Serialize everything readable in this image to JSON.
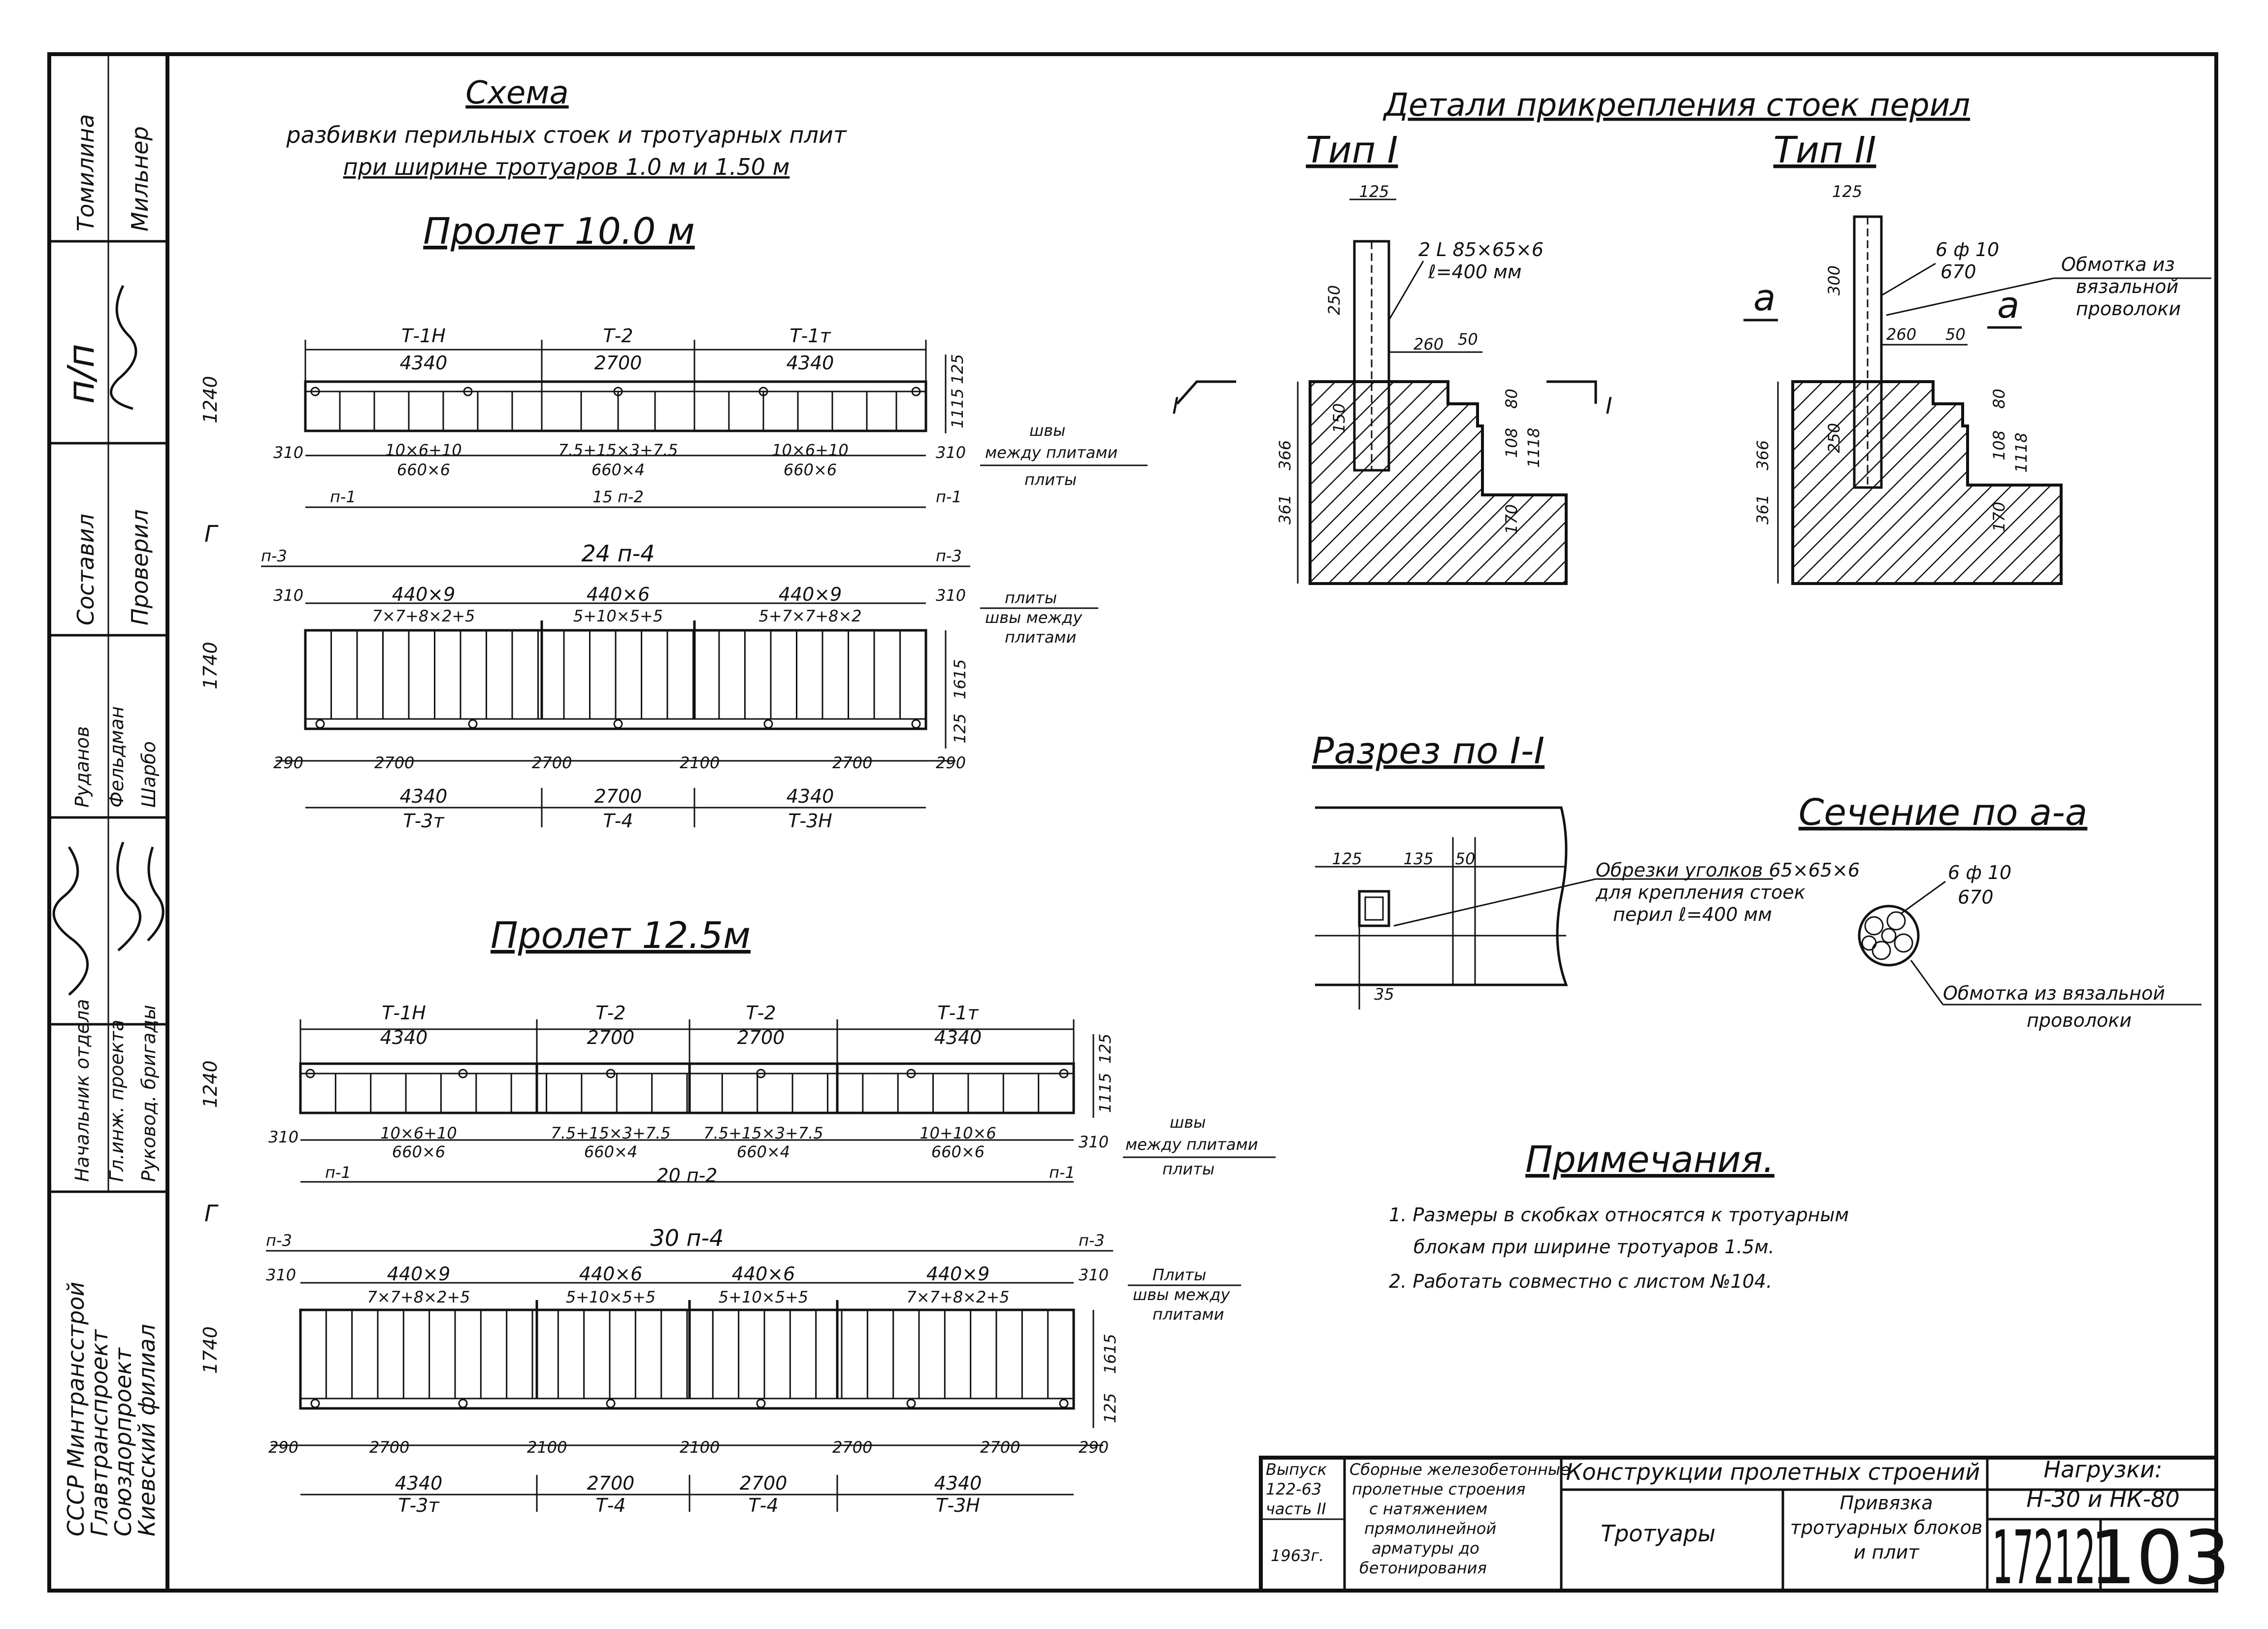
{
  "left_strip": {
    "org": [
      "СССР Минтрансстрой",
      "Главтранспроект",
      "Союздорпроект",
      "Киевский филиал"
    ],
    "roles": [
      "Начальник отдела",
      "Гл.инж. проекта",
      "Руковод. бригады",
      "Составил",
      "Проверил",
      "п/п"
    ],
    "names": [
      "Руданов",
      "Фельдман",
      "Шарбо",
      "Томилина",
      "Мильнер"
    ]
  },
  "scheme": {
    "title": "Схема",
    "subtitle": "разбивки перильных стоек и тротуарных плит",
    "subtitle2": "при ширине тротуаров 1.0 м и 1.50 м"
  },
  "span1": {
    "title": "Пролет 10.0 м",
    "top_labels": [
      "Т-1Н",
      "Т-2",
      "Т-1т"
    ],
    "top_dims": [
      "4340",
      "2700",
      "4340"
    ],
    "under": [
      "10×6+10",
      "7.5+15×3+7.5",
      "10×6+10"
    ],
    "under2": [
      "660×6",
      "660×4",
      "660×6"
    ],
    "ends": [
      "310",
      "310"
    ],
    "height": "1240",
    "right_dims": [
      "125",
      "1115"
    ],
    "plate_labels": [
      "п-1",
      "15 п-2",
      "п-1"
    ],
    "seams": [
      "швы",
      "между плитами",
      "плиты"
    ],
    "lower_labels": [
      "п-3",
      "24 п-4",
      "п-3"
    ],
    "lower_top": [
      "440×9",
      "440×6",
      "440×9"
    ],
    "lower_under": [
      "7×7+8×2+5",
      "5+10×5+5",
      "5+7×7+8×2"
    ],
    "lower_ends": [
      "310",
      "310"
    ],
    "lower_height": "1740",
    "lower_right": [
      "1615",
      "125"
    ],
    "plates_note": [
      "плиты",
      "швы между",
      "плитами"
    ],
    "bottom_dims": [
      "290",
      "2700",
      "2700",
      "2100",
      "2700",
      "290"
    ],
    "bottom_totals": [
      "4340",
      "2700",
      "4340"
    ],
    "bottom_labels": [
      "Т-3т",
      "Т-4",
      "Т-3Н"
    ],
    "side_mark": "Г"
  },
  "span2": {
    "title": "Пролет 12.5м",
    "top_labels": [
      "Т-1Н",
      "Т-2",
      "Т-2",
      "Т-1т"
    ],
    "top_dims": [
      "4340",
      "2700",
      "2700",
      "4340"
    ],
    "under": [
      "10×6+10",
      "7.5+15×3+7.5",
      "7.5+15×3+7.5",
      "10+10×6"
    ],
    "under2": [
      "660×6",
      "660×4",
      "660×4",
      "660×6"
    ],
    "ends": [
      "310",
      "310"
    ],
    "height": "1240",
    "right_dims": [
      "125",
      "1115"
    ],
    "plate_labels": [
      "п-1",
      "20 п-2",
      "п-1"
    ],
    "seams": [
      "швы",
      "между плитами",
      "плиты"
    ],
    "lower_labels": [
      "п-3",
      "30 п-4",
      "п-3"
    ],
    "lower_top": [
      "440×9",
      "440×6",
      "440×6",
      "440×9"
    ],
    "lower_under": [
      "7×7+8×2+5",
      "5+10×5+5",
      "5+10×5+5",
      "7×7+8×2+5"
    ],
    "lower_ends": [
      "310",
      "310"
    ],
    "lower_height": "1740",
    "lower_right": [
      "1615",
      "125"
    ],
    "plates_note": [
      "Плиты",
      "швы между",
      "плитами"
    ],
    "bottom_dims": [
      "290",
      "2700",
      "2100",
      "2100",
      "2700",
      "2700",
      "290"
    ],
    "bottom_totals": [
      "4340",
      "2700",
      "2700",
      "4340"
    ],
    "bottom_labels": [
      "Т-3т",
      "Т-4",
      "Т-4",
      "Т-3Н"
    ],
    "side_mark": "Г"
  },
  "details": {
    "title": "Детали прикрепления стоек перил",
    "type1": "Тип I",
    "type2": "Тип II",
    "angle": "2 L 85×65×6",
    "angle_len": "ℓ=400 мм",
    "rebar": "6 ф 10",
    "rebar_len": "670",
    "wrap": [
      "Обмотка из",
      "вязальной",
      "проволоки"
    ],
    "sect_mark": "а",
    "cut_mark": "I",
    "d1": [
      "125",
      "250",
      "260",
      "50",
      "80",
      "150",
      "108",
      "1118",
      "170",
      "361",
      "366"
    ],
    "d2": [
      "125",
      "300",
      "260",
      "50",
      "80",
      "250",
      "108",
      "1118",
      "170",
      "361",
      "366"
    ]
  },
  "section1": {
    "title": "Разрез по I-I",
    "dims": [
      "125",
      "135",
      "50",
      "35"
    ],
    "note": [
      "Обрезки уголков 65×65×6",
      "для крепления стоек",
      "перил ℓ=400 мм"
    ]
  },
  "section2": {
    "title": "Сечение по а-а",
    "rebar": "6 ф 10",
    "rebar_len": "670",
    "wrap": [
      "Обмотка из вязальной",
      "проволоки"
    ]
  },
  "notes": {
    "title": "Примечания.",
    "items": [
      "1. Размеры в скобках относятся к тротуарным",
      "блокам при ширине тротуаров 1.5м.",
      "2. Работать совместно с листом №104."
    ]
  },
  "title_block": {
    "issue": [
      "Выпуск",
      "122-63",
      "часть II",
      "1963г."
    ],
    "desc": [
      "Сборные железобетонные",
      "пролетные строения",
      "с натяжением",
      "прямолинейной",
      "арматуры до",
      "бетонирования"
    ],
    "header": "Конструкции пролетных строений",
    "section": "Тротуары",
    "subject": [
      "Привязка",
      "тротуарных блоков",
      "и плит"
    ],
    "loads": [
      "Нагрузки:",
      "Н-30 и НК-80"
    ],
    "code": "17212",
    "sheet": "103"
  }
}
